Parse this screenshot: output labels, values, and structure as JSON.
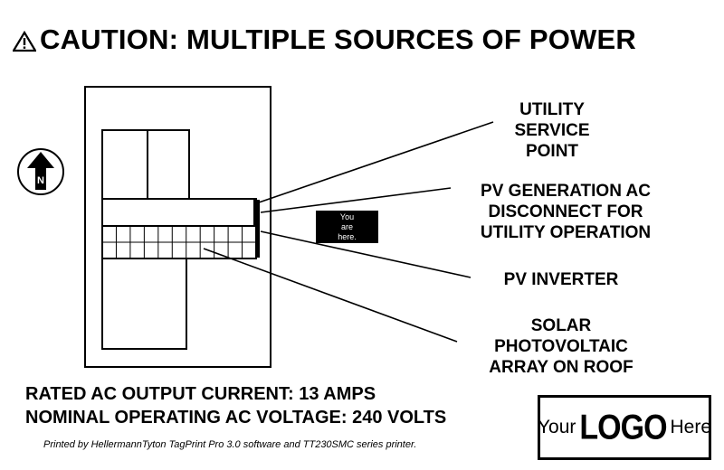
{
  "title": "CAUTION: MULTIPLE SOURCES OF POWER",
  "icons": {
    "warning": "warning-triangle-icon",
    "north_arrow": "north-arrow-icon"
  },
  "north_label": "N",
  "you_are_here": [
    "You",
    "are",
    "here."
  ],
  "labels": {
    "utility": [
      "UTILITY",
      "SERVICE",
      "POINT"
    ],
    "pv_ac": [
      "PV GENERATION AC",
      "DISCONNECT FOR",
      "UTILITY OPERATION"
    ],
    "inverter": [
      "PV INVERTER"
    ],
    "solar": [
      "SOLAR",
      "PHOTOVOLTAIC",
      "ARRAY ON ROOF"
    ]
  },
  "ratings": {
    "current": "RATED AC OUTPUT CURRENT:  13 AMPS",
    "voltage": "NOMINAL OPERATING AC VOLTAGE:  240 VOLTS"
  },
  "footnote": "Printed by HellermannTyton TagPrint Pro 3.0 software and TT230SMC series printer.",
  "logo": {
    "before": "Your",
    "mark": "LOGO",
    "after": "Here"
  },
  "colors": {
    "ink": "#000000",
    "background": "#ffffff"
  }
}
